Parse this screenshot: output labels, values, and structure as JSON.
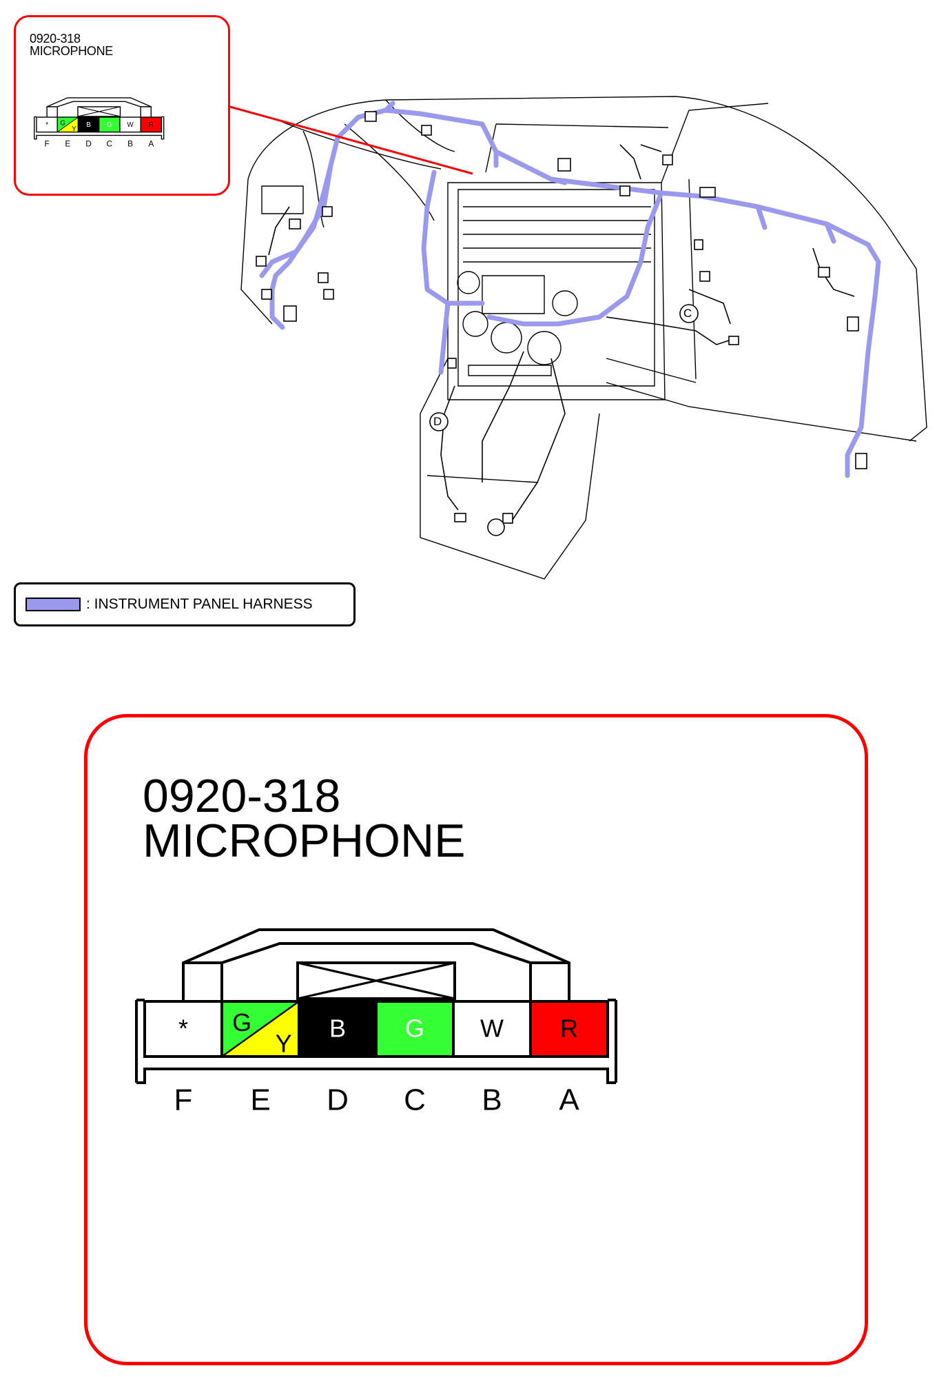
{
  "connector": {
    "part_number": "0920-318",
    "name": "MICROPHONE"
  },
  "legend": {
    "label": ": INSTRUMENT PANEL HARNESS",
    "harness_color": "#9a99ee"
  },
  "location_markers": [
    "C",
    "D"
  ],
  "pins": [
    {
      "pos": "F",
      "wire": "*",
      "fill": "#ffffff",
      "text_color": "#000000"
    },
    {
      "pos": "E",
      "wire": "G",
      "wire2": "Y",
      "fill": "#33ff33",
      "fill2": "#ffff00",
      "text_color": "#000000"
    },
    {
      "pos": "D",
      "wire": "B",
      "fill": "#000000",
      "text_color": "#ffffff"
    },
    {
      "pos": "C",
      "wire": "G",
      "fill": "#33ff33",
      "text_color": "#ffffff"
    },
    {
      "pos": "B",
      "wire": "W",
      "fill": "#ffffff",
      "text_color": "#000000"
    },
    {
      "pos": "A",
      "wire": "R",
      "fill": "#ff0000",
      "text_color": "#000000"
    }
  ],
  "colors": {
    "callout_border": "#ff0000",
    "harness": "#9a99ee"
  }
}
